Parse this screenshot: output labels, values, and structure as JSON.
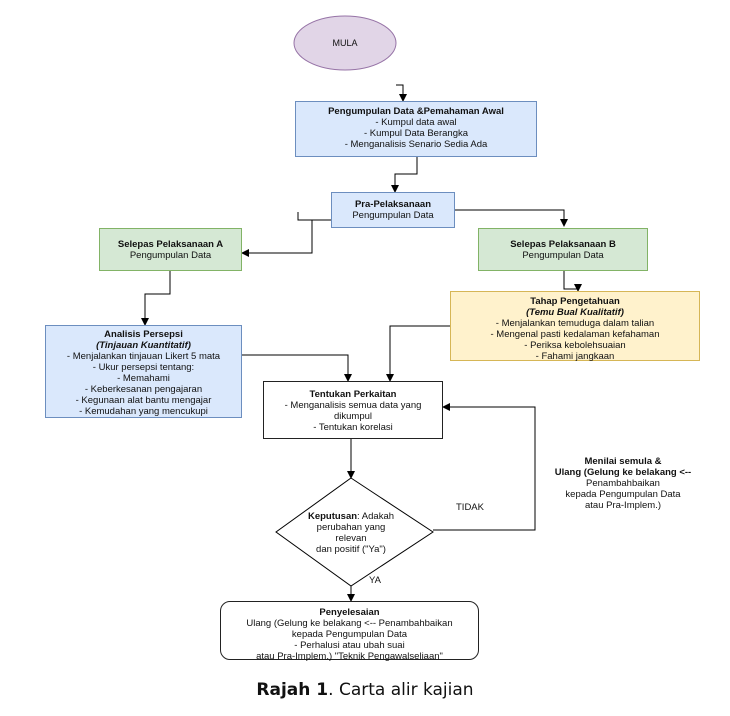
{
  "nodes": {
    "start": "MULA",
    "collect": {
      "title": "Pengumpulan Data &Pemahaman Awal",
      "lines": [
        "- Kumpul data awal",
        "- Kumpul Data Berangka",
        "- Menganalisis Senario Sedia Ada"
      ]
    },
    "pre": {
      "title": "Pra-Pelaksanaan",
      "lines": [
        "Pengumpulan Data"
      ]
    },
    "after_a": {
      "title": "Selepas Pelaksanaan A",
      "lines": [
        "Pengumpulan Data"
      ]
    },
    "after_b": {
      "title": "Selepas Pelaksanaan B",
      "lines": [
        "Pengumpulan Data"
      ]
    },
    "analysis": {
      "title": "Analisis Persepsi",
      "subtitle": "(Tinjauan Kuantitatif)",
      "lines": [
        "- Menjalankan tinjauan Likert 5 mata",
        "- Ukur persepsi tentang:",
        "- Memahami",
        "- Keberkesanan pengajaran",
        "- Kegunaan alat bantu mengajar",
        "- Kemudahan yang mencukupi"
      ]
    },
    "knowledge": {
      "title": "Tahap Pengetahuan",
      "subtitle": "(Temu Bual Kualitatif)",
      "lines": [
        "- Menjalankan temuduga dalam talian",
        "- Mengenal pasti kedalaman kefahaman",
        "- Periksa kebolehsuaian",
        "- Fahami jangkaan"
      ]
    },
    "determine": {
      "title": "Tentukan Perkaitan",
      "lines": [
        "- Menganalisis semua data yang",
        "dikumpul",
        "- Tentukan korelasi"
      ]
    },
    "decision": {
      "title": "Keputusan",
      "lines": [
        ": Adakah",
        "perubahan yang",
        "relevan",
        "dan positif (\"Ya\")"
      ]
    },
    "finish": {
      "title": "Penyelesaian",
      "lines": [
        "Ulang (Gelung ke belakang <-- Penambahbaikan",
        "kepada Pengumpulan Data",
        "- Perhalusi atau ubah suai",
        "atau Pra-Implem.) \"Teknik Pengawalseliaan\""
      ]
    }
  },
  "labels": {
    "no": "TIDAK",
    "yes": "YA"
  },
  "loop_note": {
    "title": [
      "Menilai semula &",
      "Ulang (Gelung ke belakang <--"
    ],
    "lines": [
      "Penambahbaikan",
      "kepada Pengumpulan Data",
      "atau Pra-Implem.)"
    ]
  },
  "caption": {
    "label": "Rajah 1",
    "text": ". Carta alir kajian"
  },
  "colors": {
    "blue_fill": "#dae8fc",
    "green_fill": "#d5e8d4",
    "yellow_fill": "#fff2cc",
    "start_fill": "#e1d5e7"
  }
}
